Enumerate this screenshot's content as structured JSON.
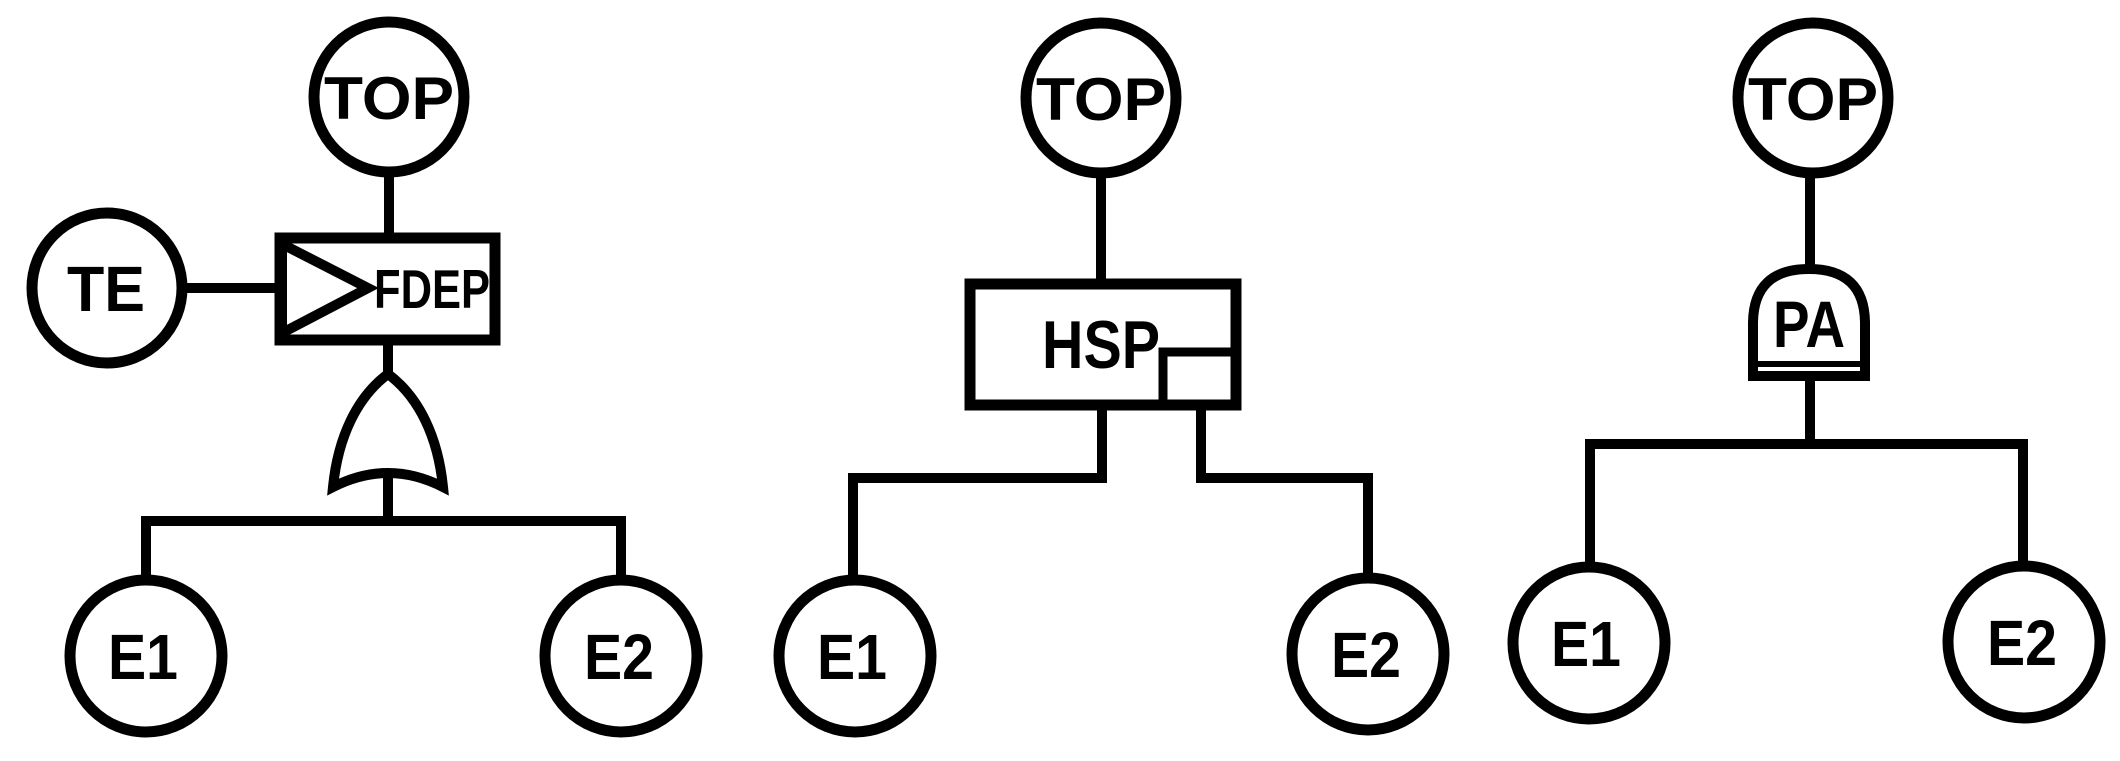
{
  "colors": {
    "line": "#000000",
    "text": "#000000",
    "background": "#ffffff"
  },
  "diagrams": {
    "fdep": {
      "top": "TOP",
      "gate": "FDEP",
      "trigger": "TE",
      "e1": "E1",
      "e2": "E2"
    },
    "hsp": {
      "top": "TOP",
      "gate": "HSP",
      "e1": "E1",
      "e2": "E2"
    },
    "pa": {
      "top": "TOP",
      "gate": "PA",
      "e1": "E1",
      "e2": "E2"
    }
  }
}
